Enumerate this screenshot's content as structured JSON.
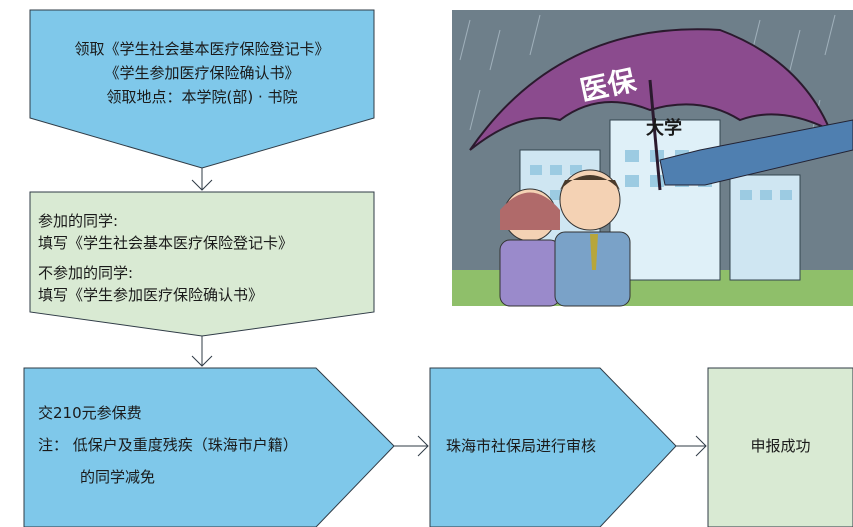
{
  "step1": {
    "line1": "领取《学生社会基本医疗保险登记卡》",
    "line2": "《学生参加医疗保险确认书》",
    "line3": "领取地点：本学院(部) · 书院"
  },
  "step2": {
    "line1": "参加的同学:",
    "line2": "填写《学生社会基本医疗保险登记卡》",
    "line3": "不参加的同学:",
    "line4": "填写《学生参加医疗保险确认书》"
  },
  "step3": {
    "line1": "交210元参保费",
    "line2": "注： 低保户及重度残疾（珠海市户籍）",
    "line3": "的同学减免"
  },
  "step4": {
    "label": "珠海市社保局进行审核"
  },
  "step5": {
    "label": "申报成功"
  },
  "illustration": {
    "umbrella_text": "医保",
    "building_text": "大学"
  },
  "colors": {
    "blue_box": "#7fc8ea",
    "green_box": "#d9ead3",
    "border": "#2f3b46",
    "umbrella": "#8b4b8e",
    "sky": "#6e7f8a"
  }
}
